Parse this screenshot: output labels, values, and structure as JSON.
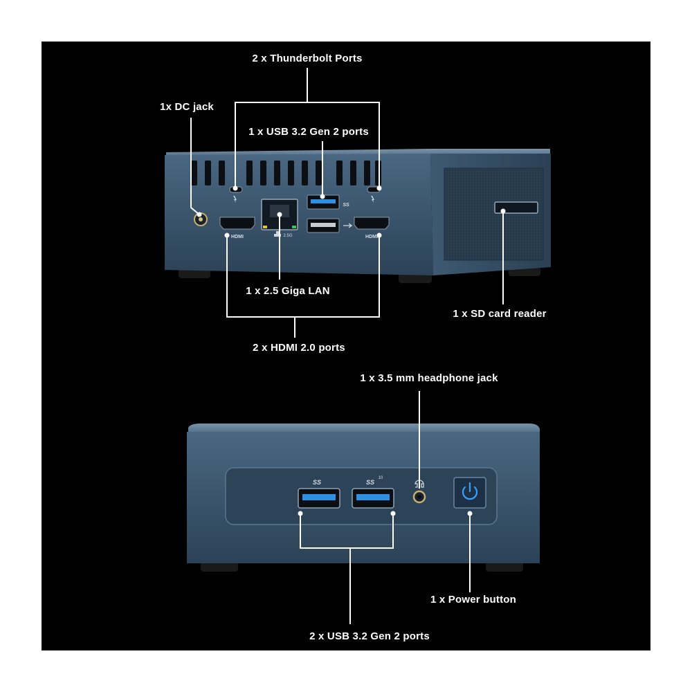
{
  "labels": {
    "thunderbolt": "2 x Thunderbolt Ports",
    "dc_jack": "1x DC jack",
    "usb_rear": "1 x USB 3.2 Gen 2 ports",
    "lan": "1 x 2.5 Giga LAN",
    "hdmi": "2 x HDMI 2.0 ports",
    "sd_reader": "1 x SD card reader",
    "headphone": "1 x 3.5 mm headphone jack",
    "power": "1 x Power button",
    "usb_front": "2 x USB 3.2 Gen 2 ports"
  },
  "port_marks": {
    "hdmi": "HDMI",
    "lan_speed": "2.5G",
    "superspeed": "SS",
    "superspeed_rate": "10"
  },
  "icons": [
    "thunderbolt-icon",
    "usb-icon",
    "power-icon",
    "headphone-icon",
    "lan-icon",
    "dc-jack-icon"
  ],
  "colors": {
    "background": "#000000",
    "chassis": "#3b5670",
    "chassis_dark": "#243646",
    "port_blue": "#2f8fe0",
    "power_glow": "#3aa0ff",
    "line": "#ffffff"
  }
}
